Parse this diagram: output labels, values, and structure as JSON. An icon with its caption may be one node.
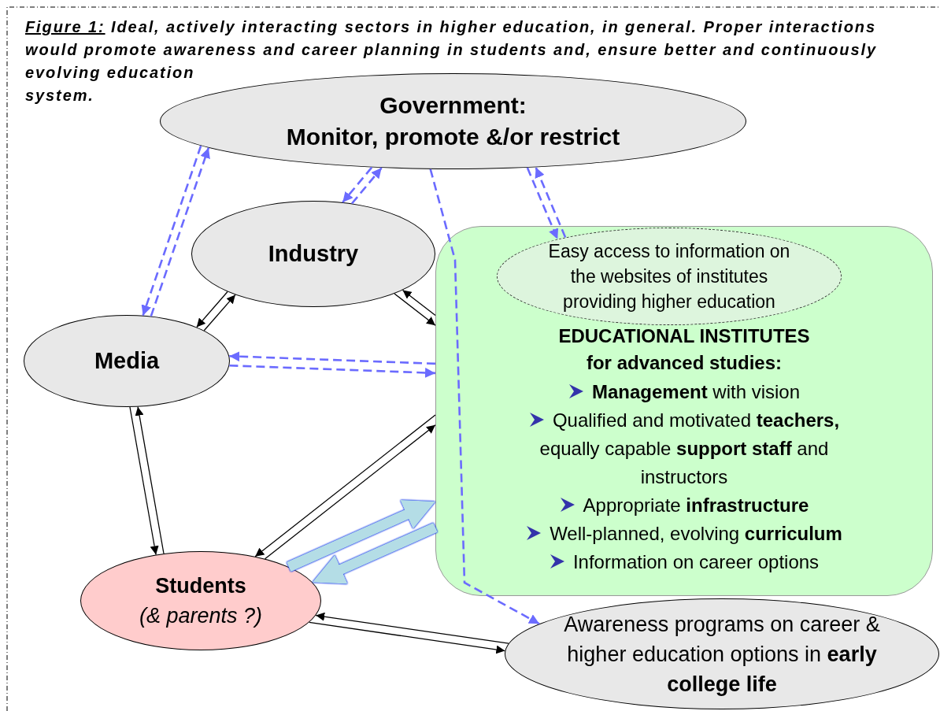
{
  "diagram": {
    "title": "Figure 1:",
    "caption": "Ideal, actively interacting sectors in higher education, in general. Proper interactions would promote awareness and career planning in students and, ensure better and continuously evolving education system.",
    "nodes": [
      {
        "text": [
          "Government:",
          "Monitor, promote &/or restrict"
        ]
      },
      {
        "text": [
          "Industry"
        ]
      },
      {
        "text": [
          "Media"
        ]
      },
      {
        "text": [
          "EDUCATIONAL INSTITUTES for advanced studies:",
          "**Management** with vision",
          "Qualified and motivated **teachers,** equally capable **support staff** and instructors",
          "Appropriate **infrastructure**",
          "Well-planned, evolving **curriculum**",
          "Information on career options"
        ]
      },
      {
        "text": [
          "Easy access to information on the websites of institutes providing higher education"
        ],
        "in": 3
      },
      {
        "text": [
          "Students",
          "(& parents ?)"
        ]
      },
      {
        "text": [
          "Awareness programs on career & higher education options in **early college life**"
        ]
      }
    ],
    "edges": [
      {
        "from": 2,
        "to": 0,
        "arrow": "to",
        "style": "dashed",
        "color": "#6b6bff"
      },
      {
        "from": 0,
        "to": 2,
        "arrow": "to",
        "style": "dashed",
        "color": "#6b6bff"
      },
      {
        "from": 1,
        "to": 0,
        "arrow": "to",
        "style": "dashed",
        "color": "#6b6bff"
      },
      {
        "from": 0,
        "to": 1,
        "arrow": "to",
        "style": "dashed",
        "color": "#6b6bff"
      },
      {
        "from": 4,
        "to": 0,
        "arrow": "to",
        "style": "dashed",
        "color": "#6b6bff"
      },
      {
        "from": 0,
        "to": 4,
        "arrow": "to",
        "style": "dashed",
        "color": "#6b6bff"
      },
      {
        "from": 0,
        "to": 6,
        "arrow": "to",
        "style": "dashed",
        "color": "#6b6bff"
      },
      {
        "from": 3,
        "to": 2,
        "arrow": "to",
        "style": "dashed",
        "color": "#6b6bff"
      },
      {
        "from": 2,
        "to": 3,
        "arrow": "to",
        "style": "dashed",
        "color": "#6b6bff"
      },
      {
        "from": 2,
        "to": 1,
        "arrow": "to"
      },
      {
        "from": 1,
        "to": 2,
        "arrow": "to"
      },
      {
        "from": 3,
        "to": 1,
        "arrow": "to"
      },
      {
        "from": 1,
        "to": 3,
        "arrow": "to"
      },
      {
        "from": 5,
        "to": 2,
        "arrow": "to"
      },
      {
        "from": 2,
        "to": 5,
        "arrow": "to"
      },
      {
        "from": 3,
        "to": 5,
        "arrow": "to"
      },
      {
        "from": 5,
        "to": 3,
        "arrow": "to"
      },
      {
        "from": 6,
        "to": 5,
        "arrow": "to"
      },
      {
        "from": 5,
        "to": 6,
        "arrow": "to"
      },
      {
        "from": 5,
        "to": 3,
        "arrow": "to",
        "style": "thick",
        "color": "#b4dde6"
      },
      {
        "from": 3,
        "to": 5,
        "arrow": "to",
        "style": "thick",
        "color": "#b4dde6"
      }
    ]
  }
}
